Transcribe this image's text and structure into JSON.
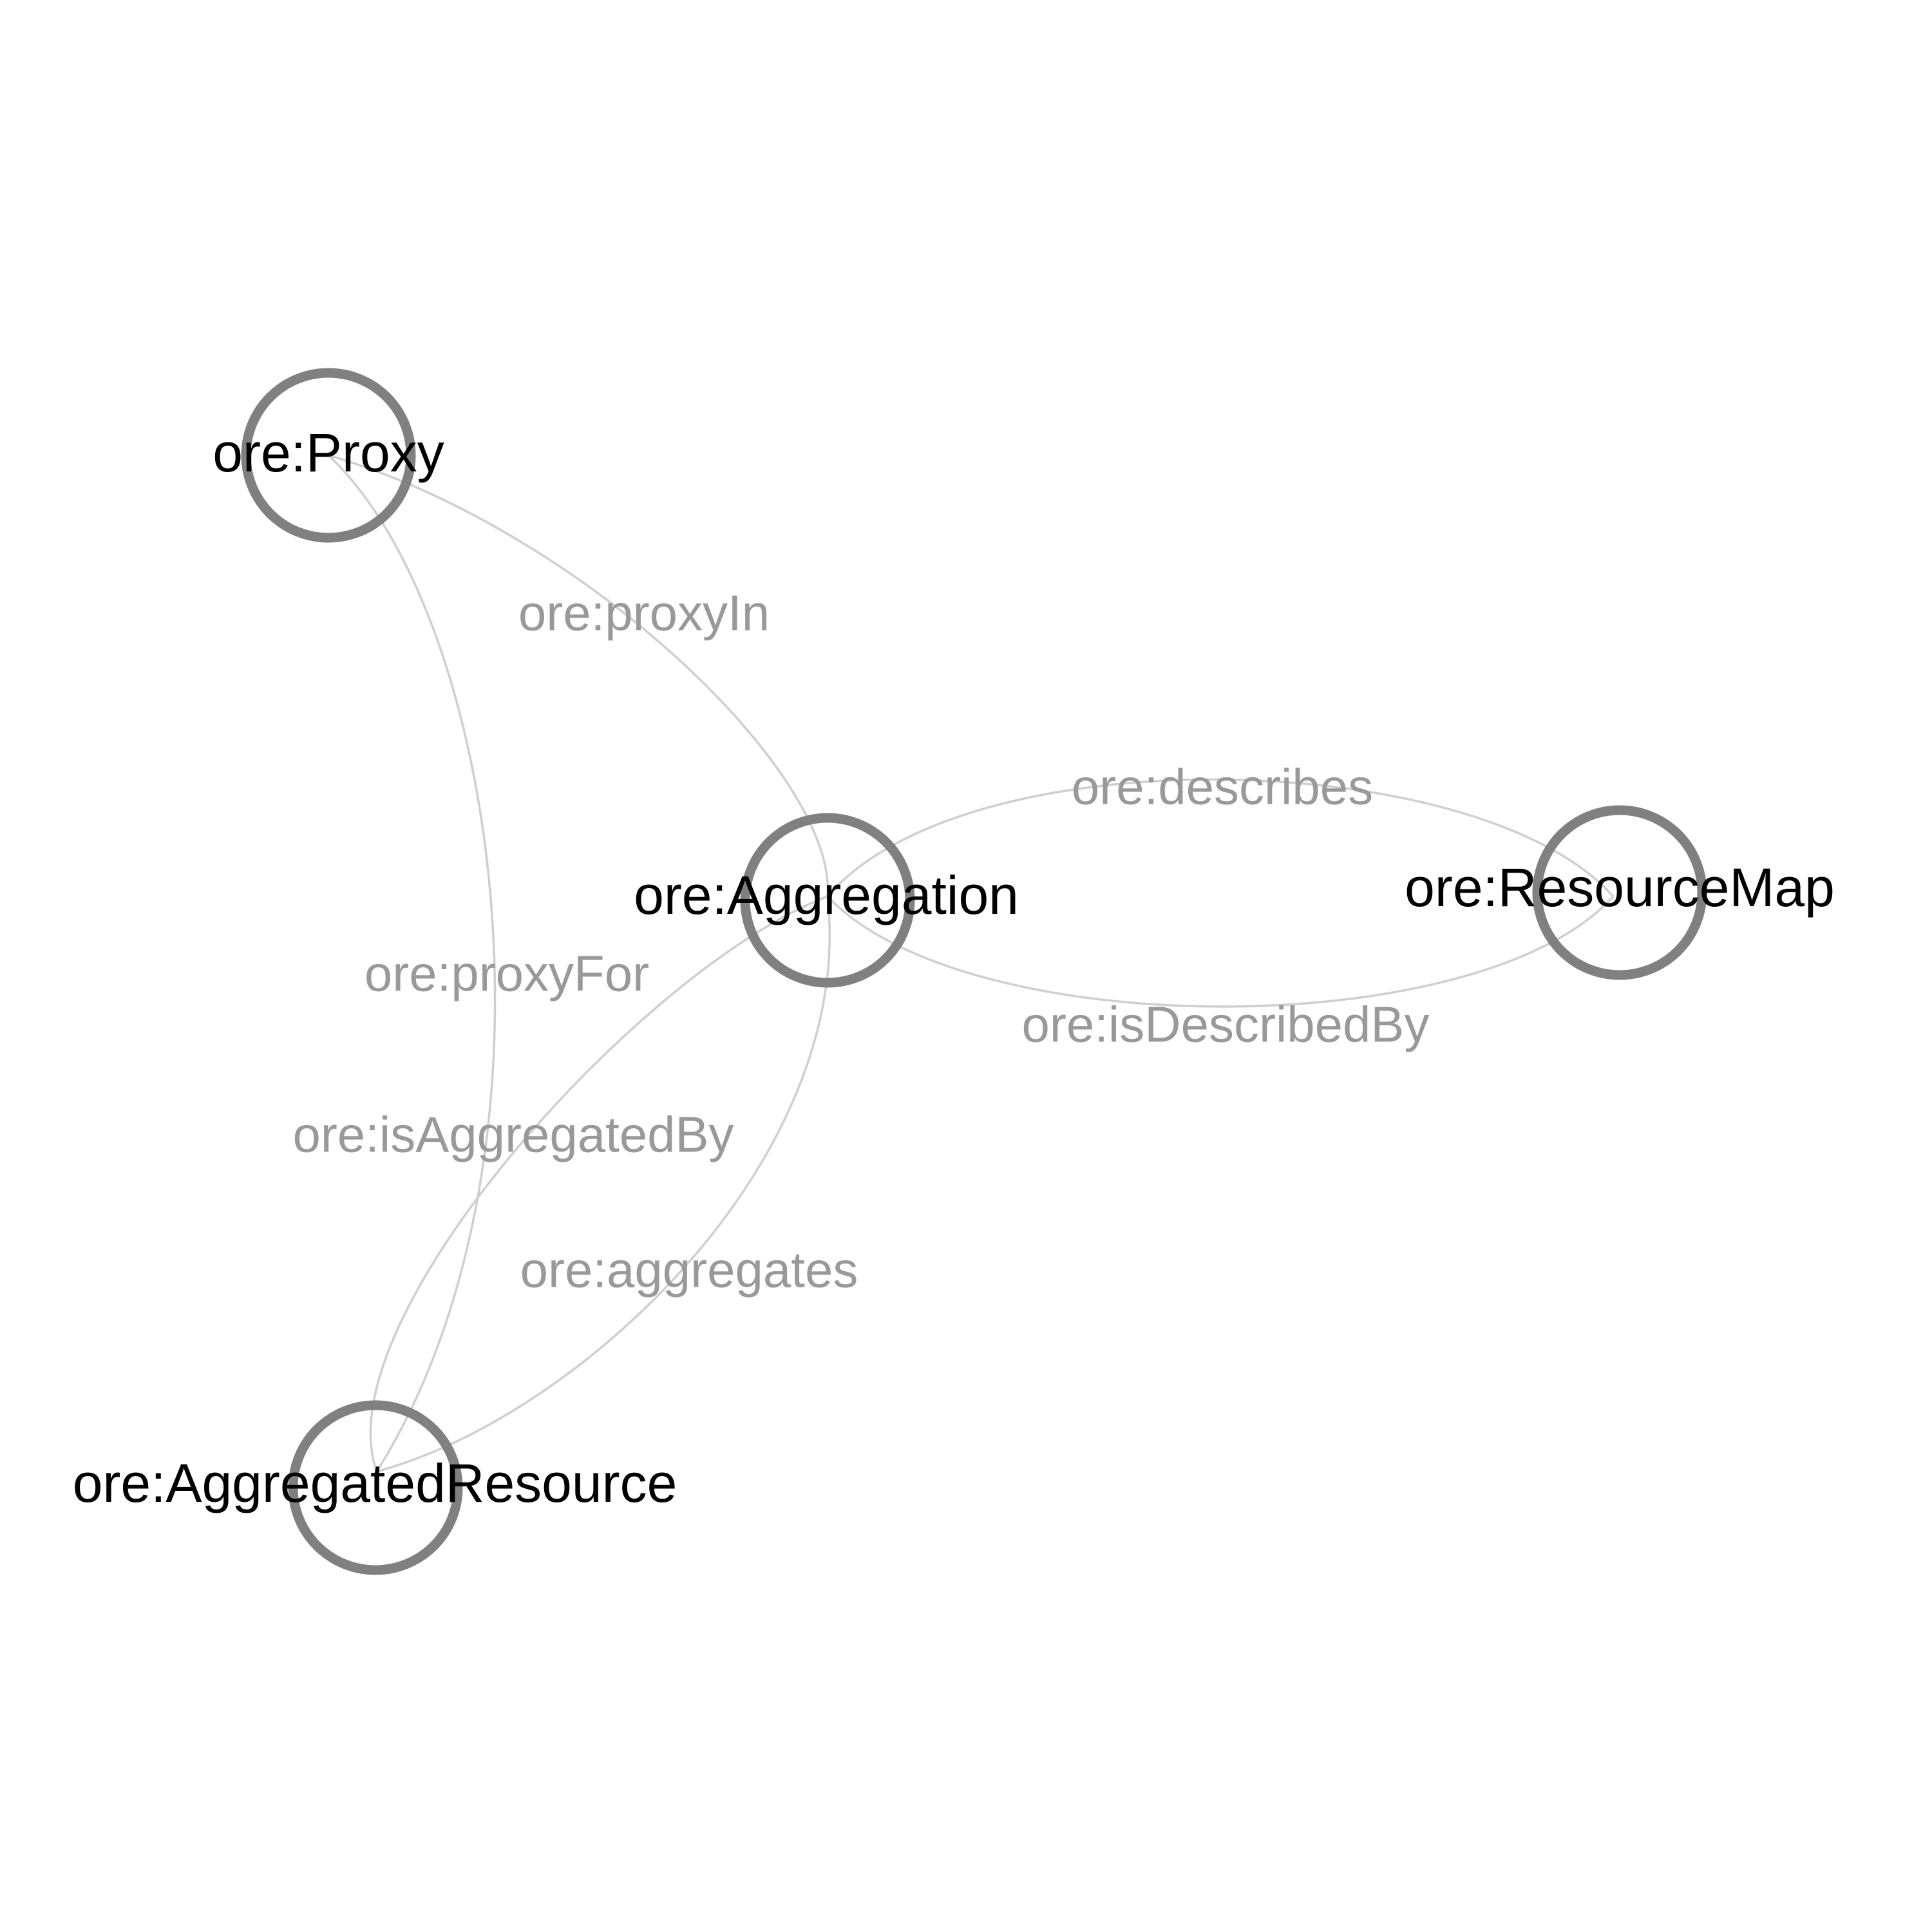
{
  "graph": {
    "nodes": [
      {
        "id": "proxy",
        "label": "ore:Proxy"
      },
      {
        "id": "aggregation",
        "label": "ore:Aggregation"
      },
      {
        "id": "resourcemap",
        "label": "ore:ResourceMap"
      },
      {
        "id": "aggregatedresource",
        "label": "ore:AggregatedResource"
      }
    ],
    "edges": [
      {
        "id": "proxyin",
        "source": "proxy",
        "target": "aggregation",
        "label": "ore:proxyIn"
      },
      {
        "id": "proxyfor",
        "source": "proxy",
        "target": "aggregatedresource",
        "label": "ore:proxyFor"
      },
      {
        "id": "describes",
        "source": "resourcemap",
        "target": "aggregation",
        "label": "ore:describes"
      },
      {
        "id": "isdescribedby",
        "source": "aggregation",
        "target": "resourcemap",
        "label": "ore:isDescribedBy"
      },
      {
        "id": "isaggregatedby",
        "source": "aggregatedresource",
        "target": "aggregation",
        "label": "ore:isAggregatedBy"
      },
      {
        "id": "aggregates",
        "source": "aggregation",
        "target": "aggregatedresource",
        "label": "ore:aggregates"
      }
    ]
  },
  "colors": {
    "node_stroke": "#808080",
    "edge_stroke": "#cfcfcf",
    "edge_label": "#999999",
    "node_label": "#000000",
    "background": "#ffffff"
  }
}
